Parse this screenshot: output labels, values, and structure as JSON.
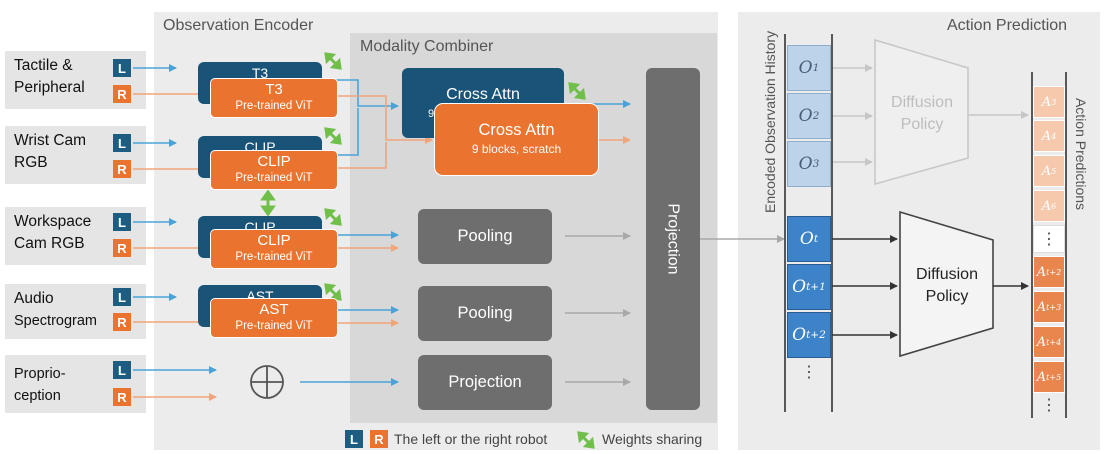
{
  "sections": {
    "observation_encoder": "Observation Encoder",
    "modality_combiner": "Modality Combiner",
    "action_prediction": "Action Prediction"
  },
  "badges": {
    "left": "L",
    "right": "R"
  },
  "modalities": [
    {
      "line1": "Tactile &",
      "line2": "Peripheral"
    },
    {
      "line1": "Wrist Cam",
      "line2": "RGB"
    },
    {
      "line1": "Workspace",
      "line2": "Cam RGB"
    },
    {
      "line1": "Audio",
      "line2": "Spectrogram"
    },
    {
      "line1": "Proprio-",
      "line2": "ception"
    }
  ],
  "encoders": [
    {
      "back": "T3",
      "front": "T3",
      "sub": "Pre-trained ViT"
    },
    {
      "back": "CLIP",
      "front": "CLIP",
      "sub": "Pre-trained ViT"
    },
    {
      "back": "CLIP",
      "front": "CLIP",
      "sub": "Pre-trained ViT"
    },
    {
      "back": "AST",
      "front": "AST",
      "sub": "Pre-trained ViT"
    }
  ],
  "combiner": {
    "cross_attn_back": "Cross Attn",
    "cross_attn_back_sub": "9",
    "cross_attn_front": "Cross Attn",
    "cross_attn_front_sub": "9 blocks, scratch",
    "pooling_1": "Pooling",
    "pooling_2": "Pooling",
    "projection_small": "Projection",
    "projection_tall": "Projection"
  },
  "history": {
    "label": "Encoded Observation History",
    "light": [
      {
        "base": "O",
        "sub": "1"
      },
      {
        "base": "O",
        "sub": "2"
      },
      {
        "base": "O",
        "sub": "3"
      }
    ],
    "dark": [
      {
        "base": "O",
        "sub": "t"
      },
      {
        "base": "O",
        "sub": "t+1"
      },
      {
        "base": "O",
        "sub": "t+2"
      }
    ],
    "ellipsis": "⋮"
  },
  "diffusion_top": {
    "line1": "Diffusion",
    "line2": "Policy"
  },
  "diffusion_bottom": {
    "line1": "Diffusion",
    "line2": "Policy"
  },
  "actions": {
    "label": "Action Predictions",
    "light": [
      {
        "base": "A",
        "sub": "3"
      },
      {
        "base": "A",
        "sub": "4"
      },
      {
        "base": "A",
        "sub": "5"
      },
      {
        "base": "A",
        "sub": "6"
      }
    ],
    "dark": [
      {
        "base": "A",
        "sub": "t+2"
      },
      {
        "base": "A",
        "sub": "t+3"
      },
      {
        "base": "A",
        "sub": "t+4"
      },
      {
        "base": "A",
        "sub": "t+5"
      }
    ],
    "ellipsis": "⋮"
  },
  "legend": {
    "lr_text": "The left or the right robot",
    "weights_text": "Weights sharing"
  },
  "colors": {
    "blue_dark": "#195377",
    "orange": "#e9732f",
    "green_share": "#6fbf4a",
    "arrow_blue": "#4aa3d8",
    "arrow_orange": "#f0a57a"
  }
}
